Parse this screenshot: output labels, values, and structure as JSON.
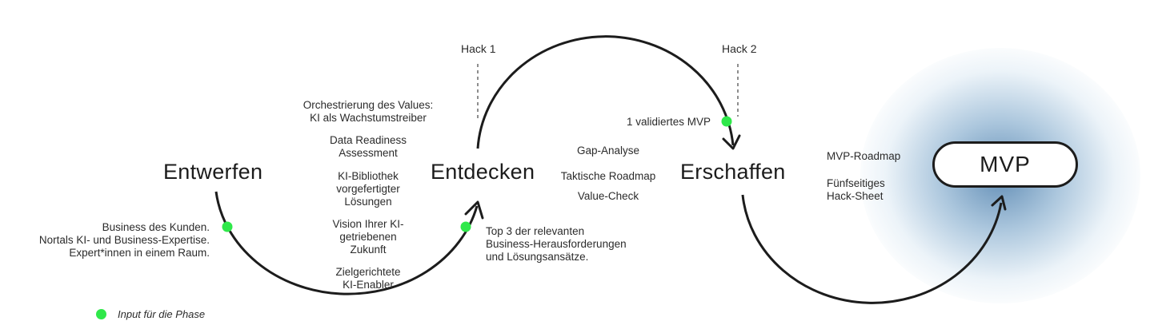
{
  "phases": {
    "entwerfen": "Entwerfen",
    "entdecken": "Entdecken",
    "erschaffen": "Erschaffen"
  },
  "mvp": "MVP",
  "hacks": {
    "hack1": "Hack 1",
    "hack2": "Hack 2"
  },
  "inputs": {
    "entwerfen": [
      "Business des Kunden.",
      "Nortals KI- und Business-Expertise.",
      "Expert*innen in einem Raum."
    ],
    "entdecken": [
      "Top 3 der relevanten",
      "Business-Herausforderungen",
      "und Lösungsansätze."
    ],
    "erschaffen": "1 validiertes MVP"
  },
  "entwerfen_deliverables": [
    [
      "Orchestrierung des Values:",
      "KI als Wachstumstreiber"
    ],
    [
      "Data Readiness",
      "Assessment"
    ],
    [
      "KI-Bibliothek",
      "vorgefertigter",
      "Lösungen"
    ],
    [
      "Vision Ihrer KI-",
      "getriebenen",
      "Zukunft"
    ],
    [
      "Zielgerichtete",
      "KI-Enabler"
    ]
  ],
  "entdecken_deliverables": [
    "Gap-Analyse",
    "Taktische Roadmap",
    "Value-Check"
  ],
  "erschaffen_deliverables": {
    "roadmap": "MVP-Roadmap",
    "hack_sheet": [
      "Fünfseitiges",
      "Hack-Sheet"
    ]
  },
  "legend": {
    "label": "Input für die Phase",
    "dot_color": "#2fe84a"
  },
  "colors": {
    "line": "#1c1c1c",
    "glow": "#3a7aad",
    "dot": "#2fe84a"
  }
}
